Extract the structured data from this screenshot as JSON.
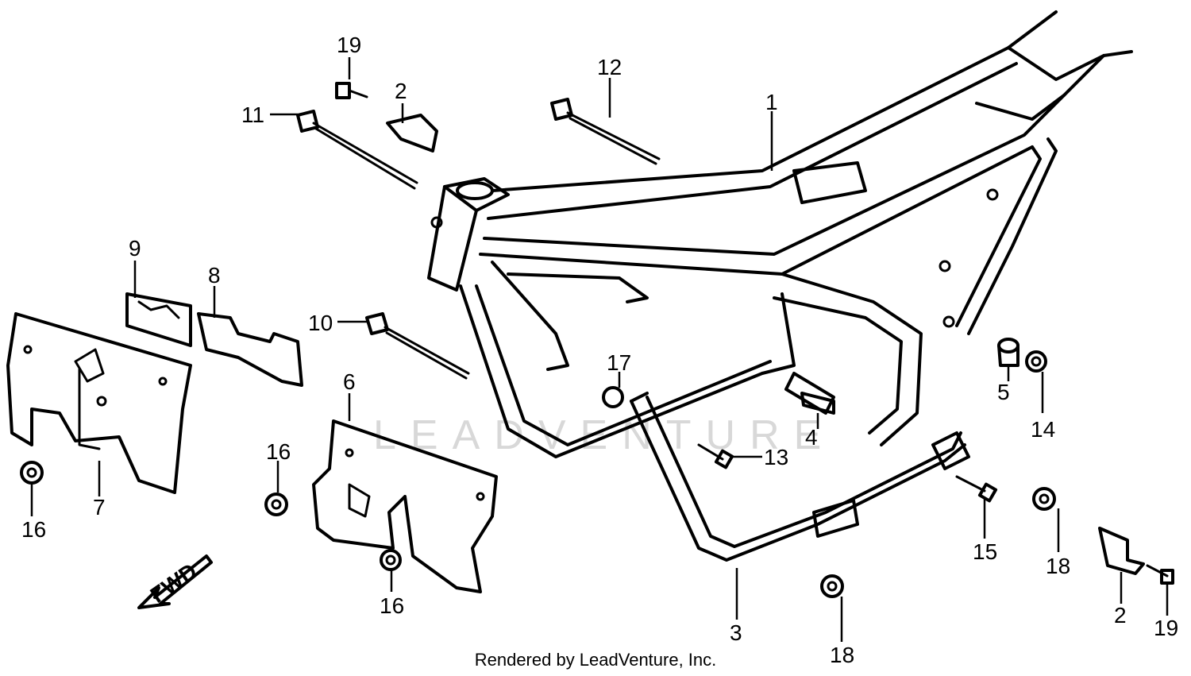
{
  "diagram": {
    "watermark": "LEADVENTURE",
    "fwd_label": "FWD",
    "footer": "Rendered by LeadVenture, Inc.",
    "callouts": [
      {
        "id": "c1",
        "label": "1"
      },
      {
        "id": "c2a",
        "label": "2"
      },
      {
        "id": "c2b",
        "label": "2"
      },
      {
        "id": "c3",
        "label": "3"
      },
      {
        "id": "c4",
        "label": "4"
      },
      {
        "id": "c5",
        "label": "5"
      },
      {
        "id": "c6",
        "label": "6"
      },
      {
        "id": "c7",
        "label": "7"
      },
      {
        "id": "c8",
        "label": "8"
      },
      {
        "id": "c9",
        "label": "9"
      },
      {
        "id": "c10",
        "label": "10"
      },
      {
        "id": "c11",
        "label": "11"
      },
      {
        "id": "c12",
        "label": "12"
      },
      {
        "id": "c13",
        "label": "13"
      },
      {
        "id": "c14",
        "label": "14"
      },
      {
        "id": "c15",
        "label": "15"
      },
      {
        "id": "c16a",
        "label": "16"
      },
      {
        "id": "c16b",
        "label": "16"
      },
      {
        "id": "c16c",
        "label": "16"
      },
      {
        "id": "c17",
        "label": "17"
      },
      {
        "id": "c18a",
        "label": "18"
      },
      {
        "id": "c18b",
        "label": "18"
      },
      {
        "id": "c19a",
        "label": "19"
      },
      {
        "id": "c19b",
        "label": "19"
      }
    ]
  }
}
